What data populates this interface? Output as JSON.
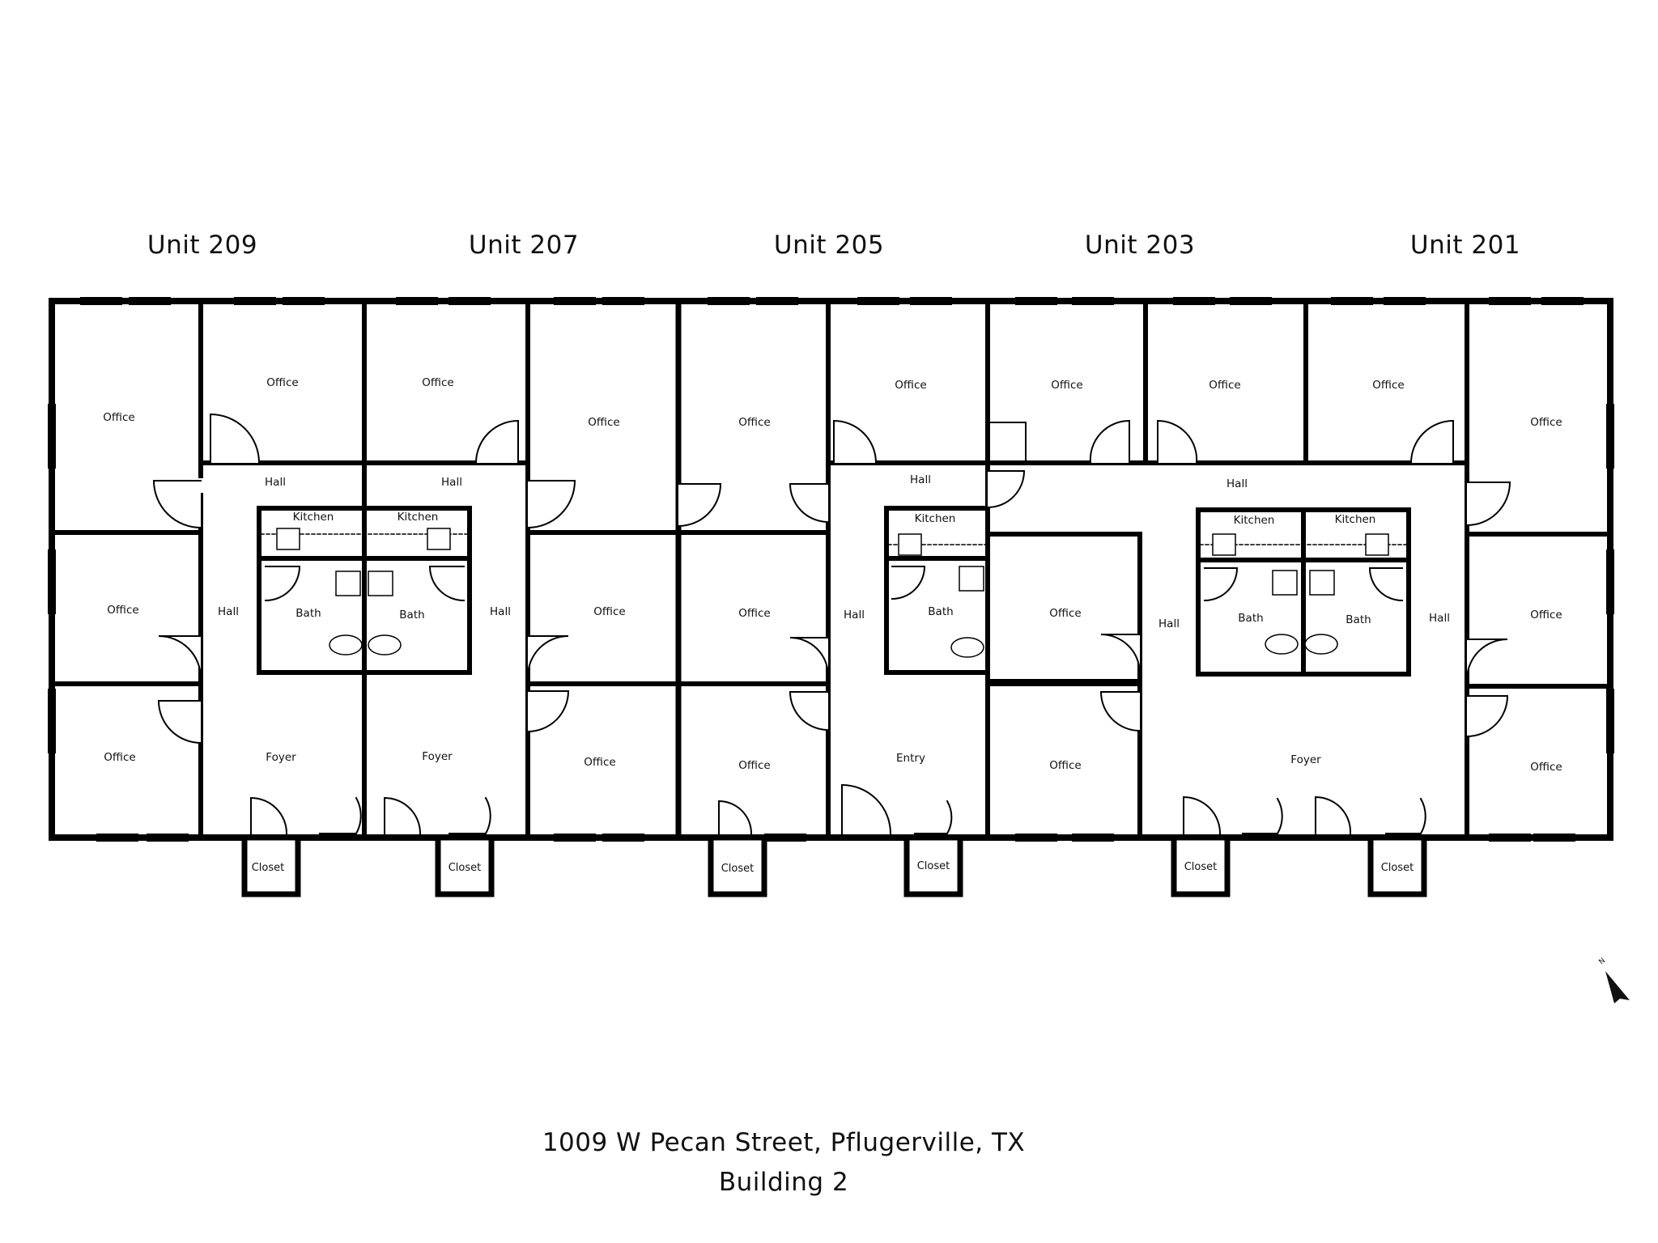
{
  "units": [
    {
      "id": "u209",
      "label": "Unit 209"
    },
    {
      "id": "u207",
      "label": "Unit 207"
    },
    {
      "id": "u205",
      "label": "Unit 205"
    },
    {
      "id": "u203",
      "label": "Unit 203"
    },
    {
      "id": "u201",
      "label": "Unit 201"
    }
  ],
  "rooms": {
    "office": "Office",
    "hall": "Hall",
    "kitchen": "Kitchen",
    "bath": "Bath",
    "foyer": "Foyer",
    "entry": "Entry",
    "closet": "Closet"
  },
  "address": {
    "line1": "1009 W Pecan Street, Pflugerville, TX",
    "line2": "Building 2"
  },
  "compass": {
    "icon": "north-arrow-icon",
    "label": "N"
  }
}
